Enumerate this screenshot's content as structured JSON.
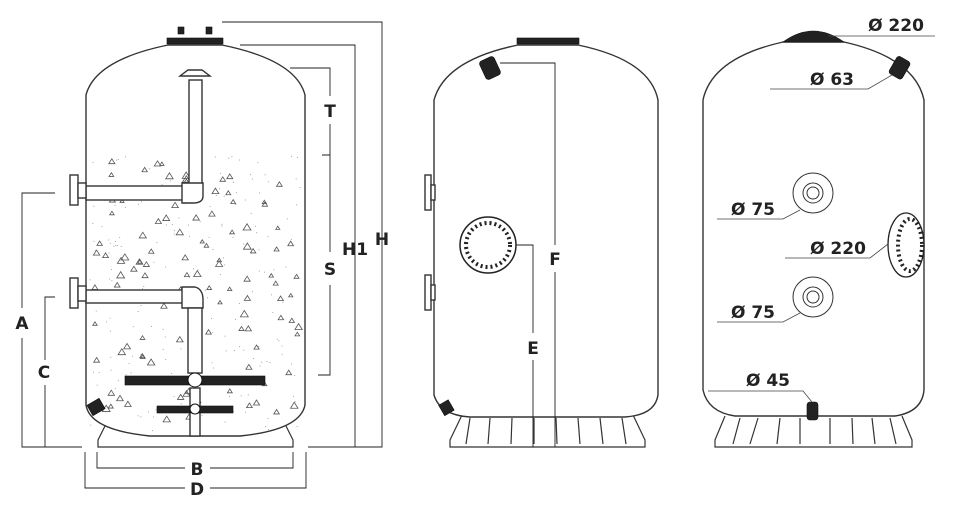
{
  "views": {
    "section": {
      "dimensions": {
        "T": "T",
        "S": "S",
        "H1": "H1",
        "H": "H",
        "A": "A",
        "C": "C",
        "B": "B",
        "D": "D"
      }
    },
    "side": {
      "dimensions": {
        "F": "F",
        "E": "E"
      }
    },
    "front": {
      "connections": {
        "top_manhole": "Ø 220",
        "air_vent": "Ø 63",
        "upper_flange": "Ø 75",
        "side_manhole": "Ø 220",
        "lower_flange": "Ø 75",
        "drain": "Ø 45"
      }
    }
  }
}
